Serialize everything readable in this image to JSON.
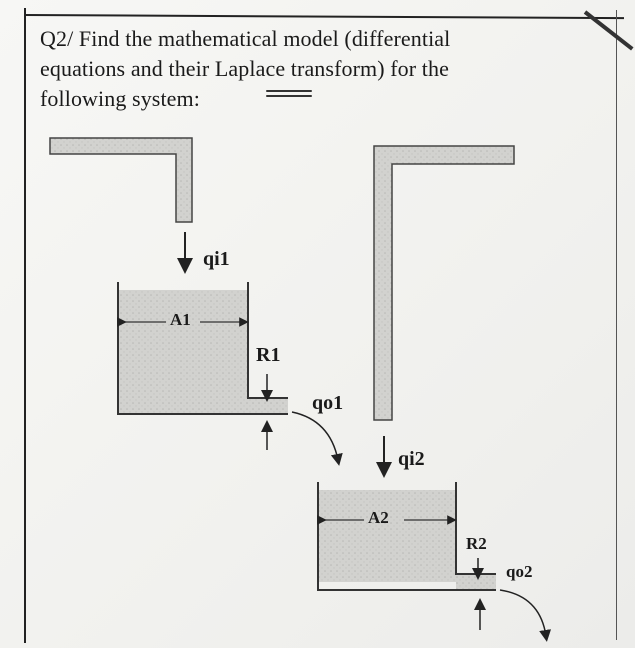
{
  "question": {
    "line1": "Q2/ Find the mathematical model (differential",
    "line2": "equations and their Laplace transform) for the",
    "line3": "following system:"
  },
  "labels": {
    "qi1": "qi1",
    "A1": "A1",
    "R1": "R1",
    "qo1": "qo1",
    "qi2": "qi2",
    "A2": "A2",
    "R2": "R2",
    "qo2": "qo2"
  }
}
